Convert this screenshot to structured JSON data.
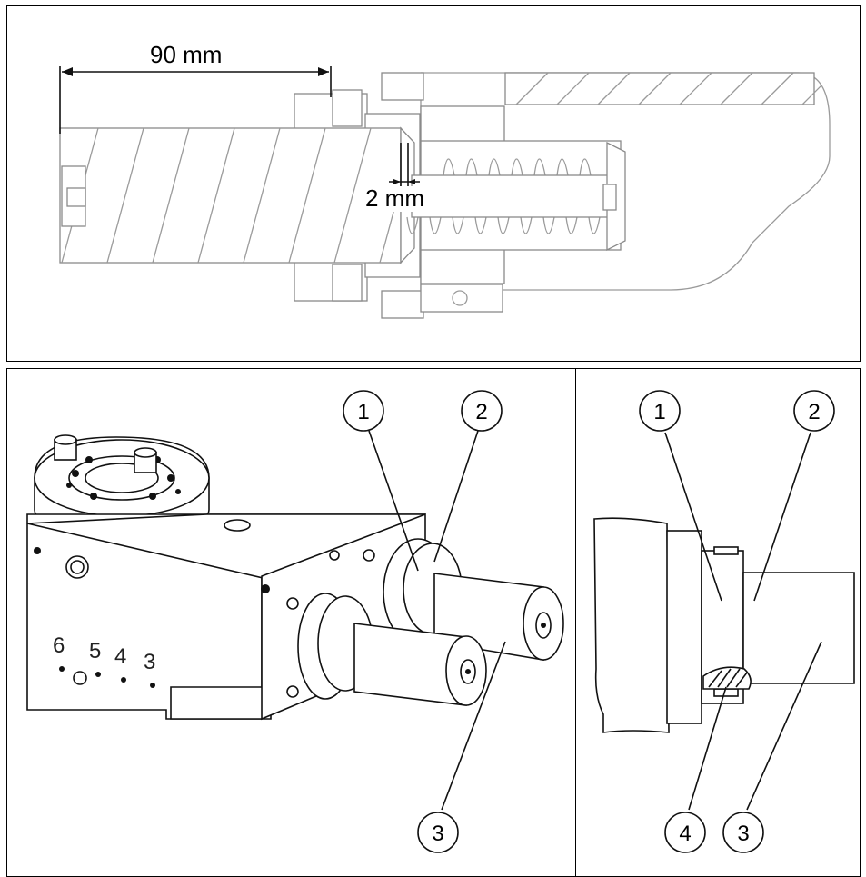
{
  "top_section": {
    "dimension_length": "90 mm",
    "dimension_gap": "2 mm"
  },
  "left_section": {
    "callouts": [
      "1",
      "2",
      "3"
    ],
    "pin_numbers": [
      "6",
      "5",
      "4",
      "3"
    ]
  },
  "right_section": {
    "callouts": [
      "1",
      "2",
      "4",
      "3"
    ]
  }
}
